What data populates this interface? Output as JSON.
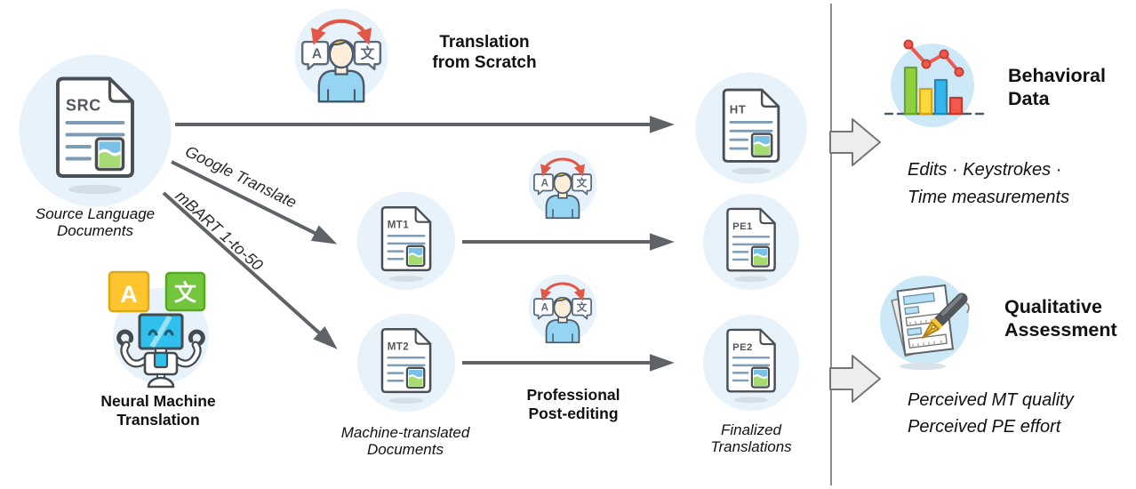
{
  "icons": {
    "translator": {
      "left_char": "A",
      "right_char": "文"
    },
    "nmt": {
      "left_char": "A",
      "right_char": "文"
    }
  },
  "nodes": {
    "src": {
      "doc_label": "SRC",
      "caption": "Source Language\nDocuments"
    },
    "mt1": {
      "doc_label": "MT1"
    },
    "mt2": {
      "doc_label": "MT2"
    },
    "ht": {
      "doc_label": "HT"
    },
    "pe1": {
      "doc_label": "PE1"
    },
    "pe2": {
      "doc_label": "PE2"
    }
  },
  "captions": {
    "mt_docs": "Machine-translated\nDocuments",
    "finalized": "Finalized\nTranslations"
  },
  "process_labels": {
    "scratch": "Translation\nfrom Scratch",
    "nmt": "Neural Machine\nTranslation",
    "pe": "Professional\nPost-editing"
  },
  "arrow_labels": {
    "google": "Google Translate",
    "mbart": "mBART 1-to-50"
  },
  "outputs": {
    "behavioral": {
      "title": "Behavioral\nData",
      "desc": "Edits · Keystrokes ·\nTime measurements"
    },
    "qualitative": {
      "title": "Qualitative\nAssessment",
      "desc": "Perceived MT quality\nPerceived PE effort"
    }
  },
  "colors": {
    "node_circle": "#e7f2fb",
    "output_circle": "#cde8f7",
    "arrow": "#5f6368",
    "red_accent": "#e25847",
    "bar_green": "#8ed13c",
    "bar_yellow": "#ffd93b",
    "bar_blue": "#33b6ec",
    "bar_red": "#f2594d"
  }
}
